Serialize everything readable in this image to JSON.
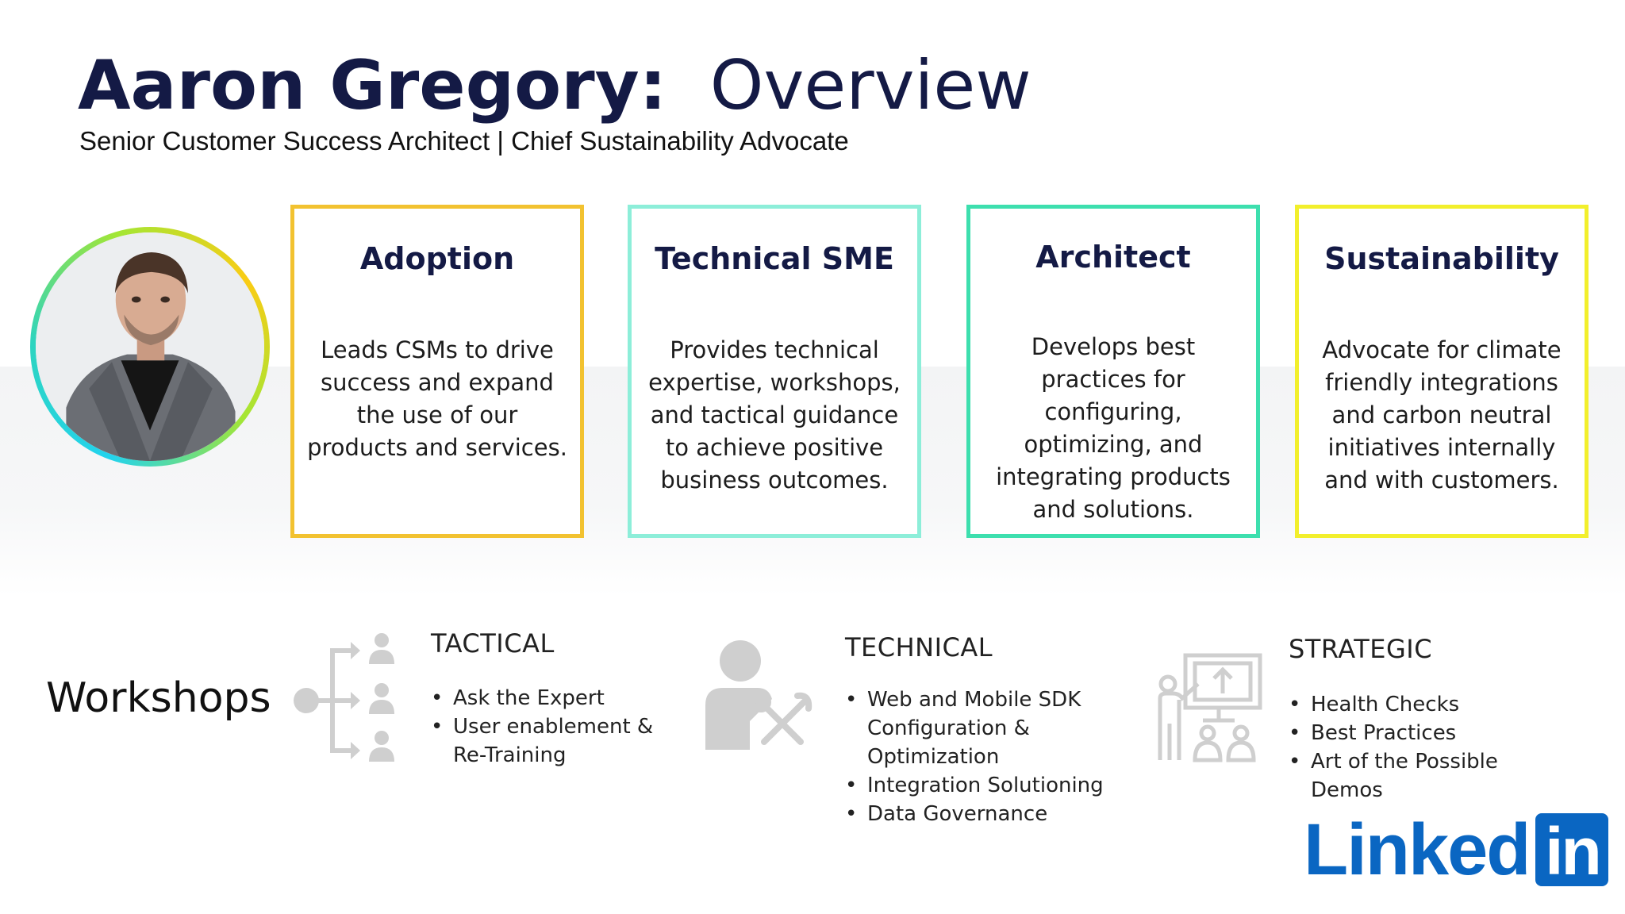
{
  "header": {
    "name": "Aaron Gregory:",
    "title_rest": "Overview",
    "subtitle": "Senior Customer Success Architect | Chief Sustainability Advocate"
  },
  "profile": {
    "ring_colors": [
      "#22d3ee",
      "#2dd4bf",
      "#a3e635",
      "#facc15"
    ]
  },
  "cards": [
    {
      "title": "Adoption",
      "body": "Leads CSMs to drive success and expand the use of our products and services.",
      "border_color": "#f2c230"
    },
    {
      "title": "Technical SME",
      "body": "Provides technical expertise, workshops, and tactical guidance to achieve positive business outcomes.",
      "border_color": "#8deed9"
    },
    {
      "title": "Architect",
      "body": "Develops best practices for configuring, optimizing, and integrating products and solutions.",
      "border_color": "#3ddfae"
    },
    {
      "title": "Sustainability",
      "body": "Advocate for climate friendly integrations and carbon neutral initiatives internally and with customers.",
      "border_color": "#f2ef2c"
    }
  ],
  "workshops": {
    "label": "Workshops",
    "tactical": {
      "heading": "TACTICAL",
      "icon": "hierarchy-people-icon",
      "items": [
        "Ask the Expert",
        "User enablement & Re-Training"
      ]
    },
    "technical": {
      "heading": "TECHNICAL",
      "icon": "person-tools-icon",
      "items": [
        "Web and Mobile SDK Configuration & Optimization",
        "Integration Solutioning",
        "Data Governance"
      ]
    },
    "strategic": {
      "heading": "STRATEGIC",
      "icon": "presentation-board-icon",
      "items": [
        "Health Checks",
        "Best Practices",
        "Art of the Possible Demos"
      ]
    }
  },
  "brand": {
    "word": "Linked",
    "box": "in",
    "color": "#0a66c2"
  }
}
